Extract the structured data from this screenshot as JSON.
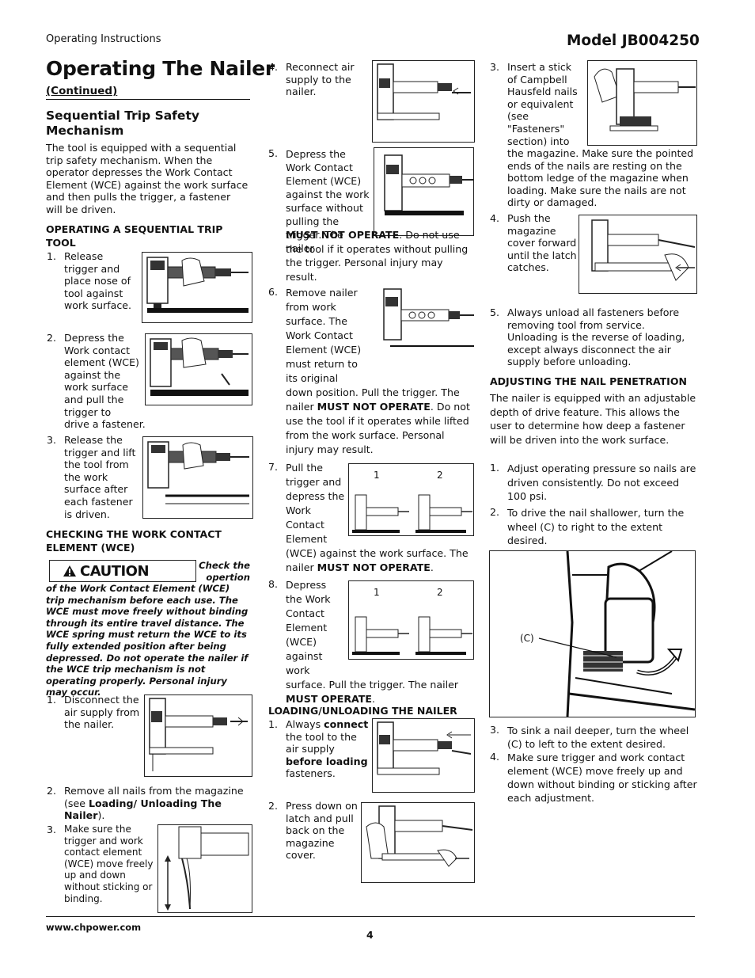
{
  "header": {
    "left": "Operating Instructions",
    "model": "Model JB004250"
  },
  "title": "Operating The Nailer",
  "continued": "(Continued)",
  "col1": {
    "section_title": "Sequential Trip Safety Mechanism",
    "intro": "The tool is equipped with a sequential trip safety mechanism. When the operator depresses the Work Contact Element (WCE) against the work surface and then pulls the trigger, a fastener will be driven.",
    "op_heading": "OPERATING A SEQUENTIAL TRIP TOOL",
    "op_steps": [
      {
        "num": "1.",
        "text": "Release trigger and place nose of tool against work surface."
      },
      {
        "num": "2.",
        "text": "Depress the Work contact element (WCE) against the work surface and pull the trigger to",
        "tail": "drive a fastener."
      },
      {
        "num": "3.",
        "text": "Release the trigger and lift the tool from the work surface after each fastener is driven."
      }
    ],
    "check_heading": "CHECKING THE WORK CONTACT ELEMENT (WCE)",
    "caution_label": "CAUTION",
    "caution_side": "Check the opertion",
    "caution_body": "of the Work Contact Element (WCE) trip mechanism before each use. The WCE must move freely without binding through its entire travel distance. The WCE spring must return the WCE to its fully extended position after being depressed. Do not operate the nailer if the WCE trip mechanism is not operating properly. Personal injury may occur.",
    "check_steps": [
      {
        "num": "1.",
        "text": "Disconnect the air supply from the nailer."
      },
      {
        "num": "2.",
        "text_a": "Remove all nails from the magazine (see ",
        "bold": "Loading/ Unloading The Nailer",
        "text_b": ")."
      },
      {
        "num": "3.",
        "text": "Make sure the trigger and work contact element (WCE) move freely up and down without sticking or binding."
      }
    ]
  },
  "col2": {
    "steps": [
      {
        "num": "4.",
        "text": "Reconnect air supply to the nailer."
      },
      {
        "num": "5.",
        "text_a": "Depress the Work Contact Element (WCE) against the work surface without pulling the trigger. The nailer ",
        "bold": "MUST NOT OPERATE",
        "text_b": ". Do not use the tool if it operates without pulling the trigger. Personal injury may result."
      },
      {
        "num": "6.",
        "text_a": "Remove nailer from work surface. The Work Contact Element (WCE) must return to its original down position. Pull the trigger. The nailer ",
        "bold": "MUST NOT OPERATE",
        "text_b": ". Do not use the tool if it operates while lifted from the work surface. Personal injury may result."
      },
      {
        "num": "7.",
        "text_a": "Pull the trigger and depress the Work Contact Element (WCE) against the work surface. The nailer ",
        "bold": "MUST NOT OPERATE",
        "text_b": "."
      },
      {
        "num": "8.",
        "text_a": "Depress the Work Contact Element (WCE) against work surface. Pull the trigger. The nailer ",
        "bold": "MUST OPERATE",
        "text_b": "."
      }
    ],
    "fig_labels": {
      "one": "1",
      "two": "2"
    },
    "load_heading": "LOADING/UNLOADING THE NAILER",
    "load_steps": [
      {
        "num": "1.",
        "pre": "Always ",
        "b1": "connect",
        "mid": " the tool to the air supply ",
        "b2": "before loading",
        "post": " fasteners."
      },
      {
        "num": "2.",
        "text": "Press down on latch and pull back on the magazine cover."
      }
    ]
  },
  "col3": {
    "steps": [
      {
        "num": "3.",
        "text": "Insert a stick of Campbell Hausfeld nails or equivalent (see \"Fasteners\" section) into",
        "tail": "the magazine.  Make sure the pointed ends of the nails are resting on the bottom ledge of the magazine when loading.  Make sure the nails are not dirty or damaged."
      },
      {
        "num": "4.",
        "text": "Push the magazine cover forward until the latch catches."
      },
      {
        "num": "5.",
        "text": "Always unload all fasteners before removing tool from service. Unloading is the reverse of loading, except always disconnect the air supply before unloading."
      }
    ],
    "adj_heading": "ADJUSTING THE NAIL PENETRATION",
    "adj_intro": "The nailer is equipped with an adjustable depth of drive feature. This allows the user to determine how deep a fastener will be driven into the work surface.",
    "adj_steps": [
      {
        "num": "1.",
        "text": "Adjust operating pressure so nails are driven consistently. Do not exceed 100 psi."
      },
      {
        "num": "2.",
        "text": "To drive the nail shallower, turn the wheel (C) to right to the extent desired."
      },
      {
        "num": "3.",
        "text": "To sink a nail deeper, turn the wheel (C) to left to the extent desired."
      },
      {
        "num": "4.",
        "text": "Make sure trigger and work contact element (WCE) move freely up and down without binding or sticking after each adjustment."
      }
    ],
    "callout": "(C)"
  },
  "footer": {
    "url": "www.chpower.com",
    "page": "4"
  }
}
